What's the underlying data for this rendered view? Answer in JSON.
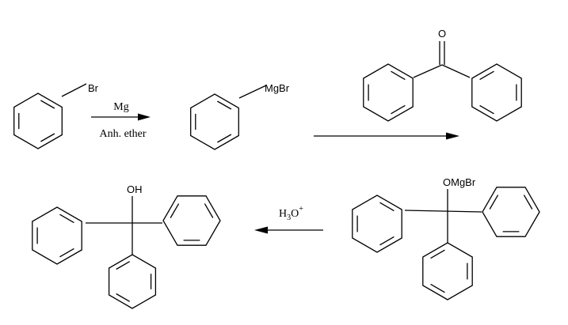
{
  "molecules": {
    "bromobenzene": {
      "substituent": "Br"
    },
    "phenylmagnesium_bromide": {
      "substituent": "MgBr"
    },
    "benzophenone": {
      "carbonyl_atom": "O"
    },
    "alkoxide_intermediate": {
      "substituent": "OMgBr"
    },
    "triphenylmethanol": {
      "substituent": "OH"
    }
  },
  "reactions": {
    "grignard_formation": {
      "reagent": "Mg",
      "solvent": "Anh. ether"
    },
    "hydrolysis": {
      "reagent_base": "H",
      "reagent_sub": "3",
      "reagent_main": "O",
      "reagent_sup": "+"
    }
  }
}
